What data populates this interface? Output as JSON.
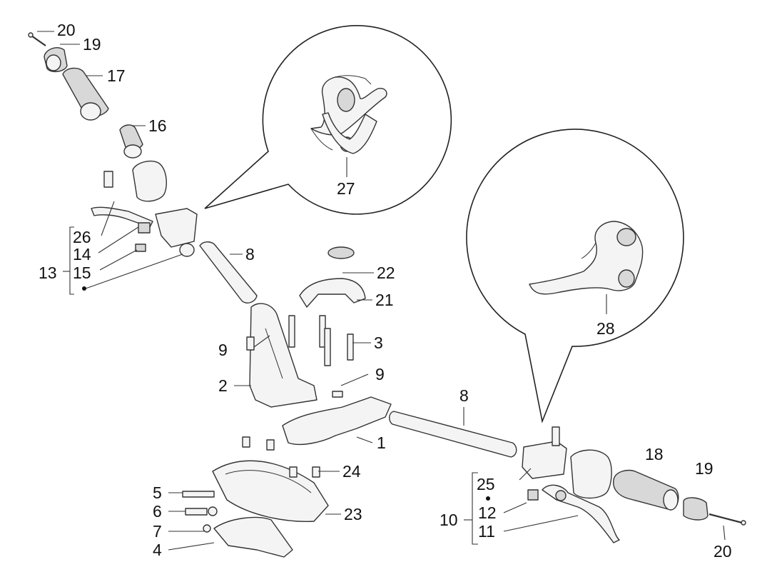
{
  "diagram": {
    "labels": {
      "l1": "1",
      "l2": "2",
      "l3": "3",
      "l4": "4",
      "l5": "5",
      "l6": "6",
      "l7": "7",
      "l8a": "8",
      "l8b": "8",
      "l9a": "9",
      "l9b": "9",
      "l10": "10",
      "l11": "11",
      "l12": "12",
      "l13": "13",
      "l14": "14",
      "l15": "15",
      "l16": "16",
      "l17": "17",
      "l18": "18",
      "l19a": "19",
      "l19b": "19",
      "l20a": "20",
      "l20b": "20",
      "l21": "21",
      "l22": "22",
      "l23": "23",
      "l24": "24",
      "l25": "25",
      "l26": "26",
      "l27": "27",
      "l28": "28"
    }
  }
}
